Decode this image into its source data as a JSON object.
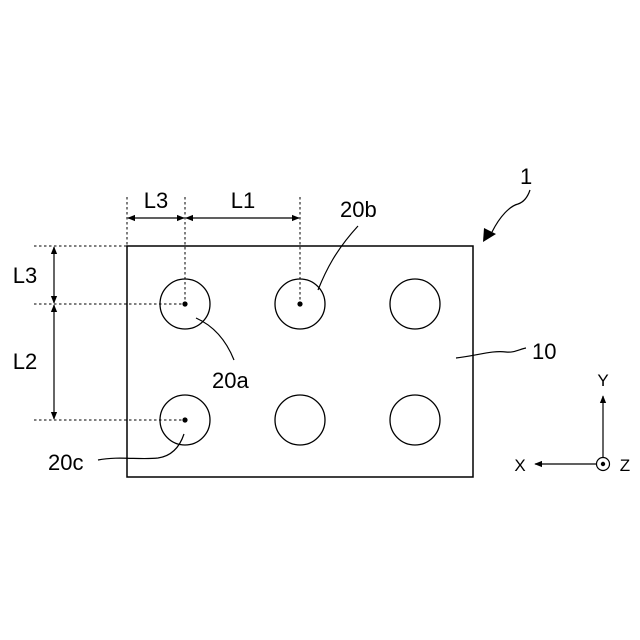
{
  "figure": {
    "ref_device": "1",
    "ref_plate": "10",
    "ref_hole_a": "20a",
    "ref_hole_b": "20b",
    "ref_hole_c": "20c"
  },
  "dimensions": {
    "l1": "L1",
    "l2": "L2",
    "l3_top": "L3",
    "l3_left": "L3"
  },
  "axes": {
    "x": "X",
    "y": "Y",
    "z": "Z"
  }
}
